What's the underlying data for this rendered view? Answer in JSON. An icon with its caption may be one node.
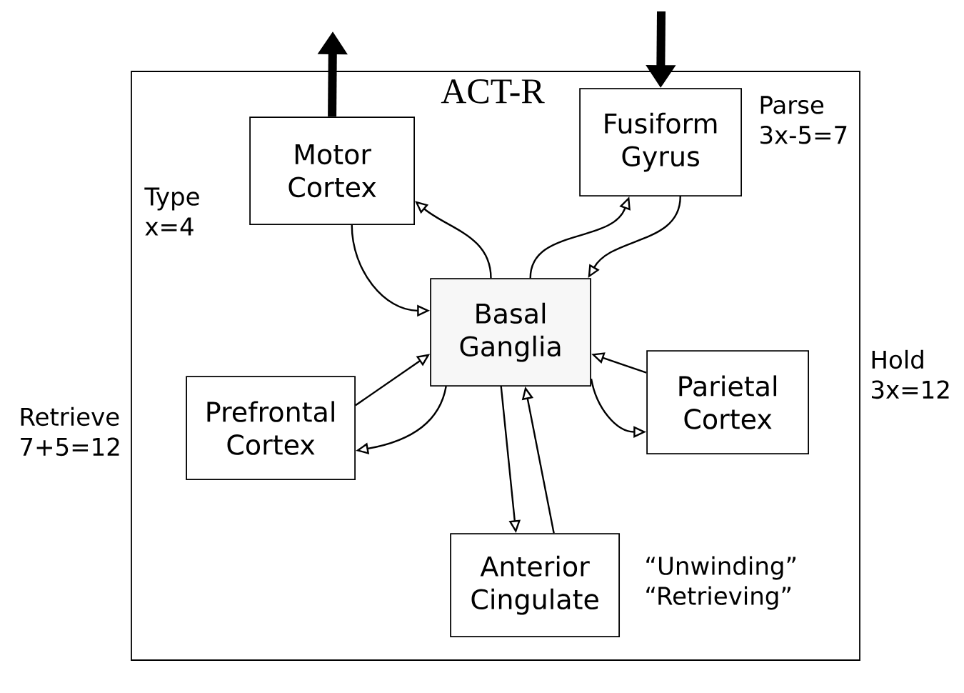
{
  "diagram": {
    "nodes": [
      {
        "text": [
          "ACT-R"
        ]
      },
      {
        "text": [
          "Motor Cortex"
        ],
        "in": 0,
        "beside": [
          "Type x=4"
        ]
      },
      {
        "text": [
          "Fusiform Gyrus"
        ],
        "in": 0,
        "beside": [
          "Parse 3x-5=7"
        ]
      },
      {
        "text": [
          "Basal Ganglia"
        ],
        "in": 0
      },
      {
        "text": [
          "Prefrontal Cortex"
        ],
        "in": 0,
        "beside": [
          "Retrieve 7+5=12"
        ]
      },
      {
        "text": [
          "Parietal Cortex"
        ],
        "in": 0,
        "beside": [
          "Hold 3x=12"
        ]
      },
      {
        "text": [
          "Anterior Cingulate"
        ],
        "in": 0,
        "beside": [
          "“Unwinding” “Retrieving”"
        ]
      }
    ],
    "edges": [
      {
        "from": 1,
        "to": null,
        "arrow": "to",
        "style": "thick"
      },
      {
        "from": null,
        "to": 2,
        "arrow": "to",
        "style": "thick"
      },
      {
        "from": 1,
        "to": 3,
        "arrow": "to"
      },
      {
        "from": 3,
        "to": 1,
        "arrow": "to"
      },
      {
        "from": 3,
        "to": 2,
        "arrow": "to"
      },
      {
        "from": 2,
        "to": 3,
        "arrow": "to"
      },
      {
        "from": 4,
        "to": 3,
        "arrow": "to"
      },
      {
        "from": 3,
        "to": 4,
        "arrow": "to"
      },
      {
        "from": 5,
        "to": 3,
        "arrow": "to"
      },
      {
        "from": 3,
        "to": 5,
        "arrow": "to"
      },
      {
        "from": 3,
        "to": 6,
        "arrow": "to"
      },
      {
        "from": 6,
        "to": 3,
        "arrow": "to"
      }
    ]
  }
}
